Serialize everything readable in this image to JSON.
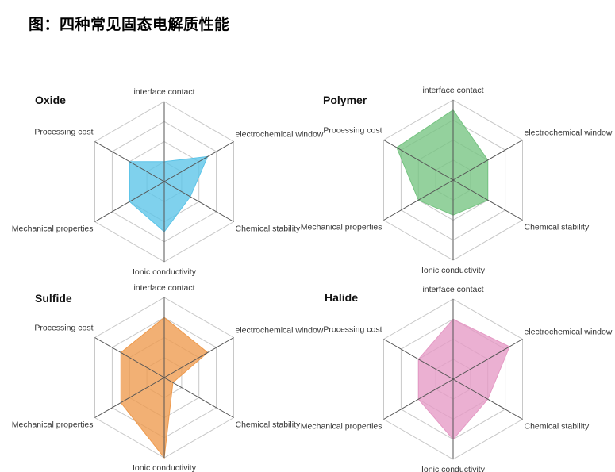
{
  "page": {
    "title": "图：四种常见固态电解质性能"
  },
  "chart_data": [
    {
      "type": "radar",
      "title": "Oxide",
      "axes": [
        "interface contact",
        "electrochemical window",
        "Chemical stability",
        "Ionic conductivity",
        "Mechanical properties",
        "Processing cost"
      ],
      "values": [
        2,
        5,
        3,
        5,
        4,
        4
      ],
      "max": 8,
      "grid_levels": 4,
      "color": "#5bc4e8"
    },
    {
      "type": "radar",
      "title": "Polymer",
      "axes": [
        "interface contact",
        "electrochemical window",
        "Chemical stability",
        "Ionic conductivity",
        "Mechanical properties",
        "Processing cost"
      ],
      "values": [
        7,
        4,
        4,
        3.5,
        4,
        6.5
      ],
      "max": 8,
      "grid_levels": 4,
      "color": "#76c482"
    },
    {
      "type": "radar",
      "title": "Sulfide",
      "axes": [
        "interface contact",
        "electrochemical window",
        "Chemical stability",
        "Ionic conductivity",
        "Mechanical properties",
        "Processing cost"
      ],
      "values": [
        6,
        5,
        1,
        8,
        5,
        5
      ],
      "max": 8,
      "grid_levels": 4,
      "color": "#ee9a4d"
    },
    {
      "type": "radar",
      "title": "Halide",
      "axes": [
        "interface contact",
        "electrochemical window",
        "Chemical stability",
        "Ionic conductivity",
        "Mechanical properties",
        "Processing cost"
      ],
      "values": [
        6,
        6.5,
        4,
        6,
        4,
        4
      ],
      "max": 8,
      "grid_levels": 4,
      "color": "#e59ac5"
    }
  ]
}
